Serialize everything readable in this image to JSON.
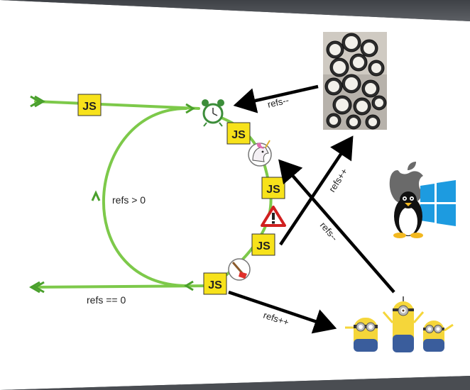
{
  "diagram": {
    "js_badge": "JS",
    "labels": {
      "refs_gt_0": "refs > 0",
      "refs_eq_0": "refs == 0",
      "refs_minus_top": "refs--",
      "refs_plus_diag": "refs++",
      "refs_minus_diag": "refs--",
      "refs_plus_bottom": "refs++"
    },
    "icons": [
      "alarm-clock-icon",
      "unicorn-icon",
      "warning-icon",
      "broom-icon",
      "clocks-photo",
      "apple-logo",
      "linux-penguin-icon",
      "windows-logo",
      "minions-image"
    ],
    "colors": {
      "loop": "#7dc94a",
      "loop_dark": "#4aa02c",
      "js_badge": "#f7e21b",
      "arrow": "#000000",
      "slide": "#ffffff",
      "frame": "#4a4d52"
    }
  }
}
